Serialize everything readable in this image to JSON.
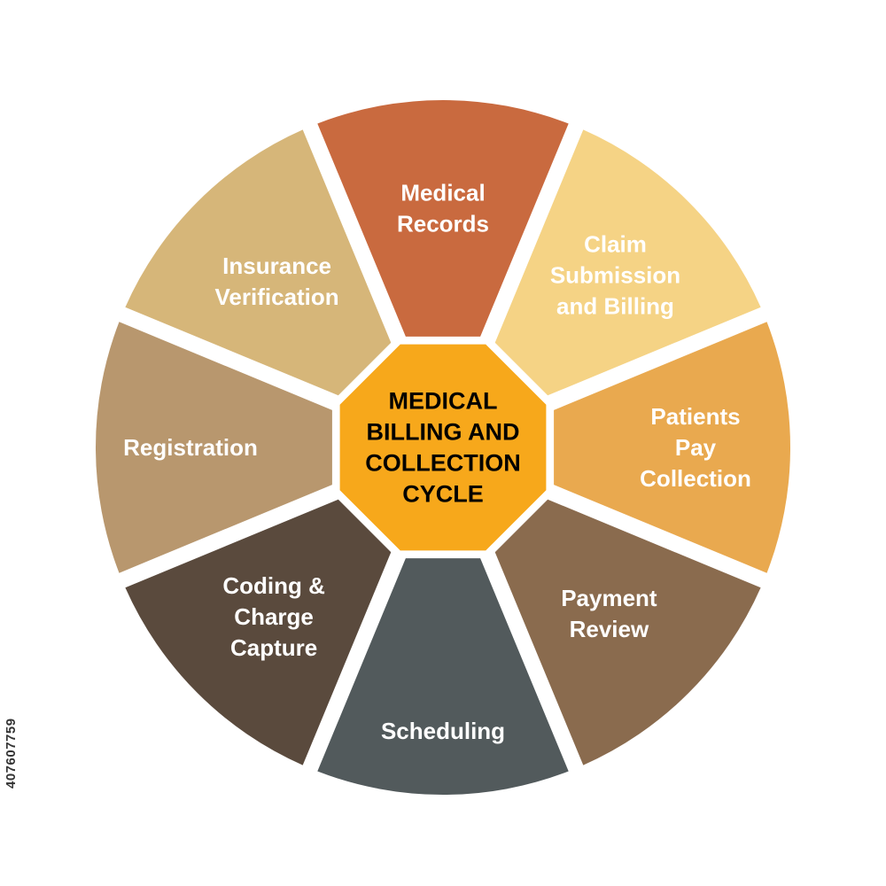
{
  "diagram": {
    "center": {
      "lines": [
        "MEDICAL",
        "BILLING AND",
        "COLLECTION",
        "CYCLE"
      ],
      "color": "#F7A81B"
    },
    "segments": [
      {
        "name": "medical-records",
        "lines": [
          "Medical",
          "Records"
        ],
        "color": "#C96A3F"
      },
      {
        "name": "claim-submission-and-billing",
        "lines": [
          "Claim",
          "Submission",
          "and Billing"
        ],
        "color": "#F5D385"
      },
      {
        "name": "patients-pay-collection",
        "lines": [
          "Patients",
          "Pay",
          "Collection"
        ],
        "color": "#E9A94F"
      },
      {
        "name": "payment-review",
        "lines": [
          "Payment",
          "Review"
        ],
        "color": "#8A6B4E"
      },
      {
        "name": "scheduling",
        "lines": [
          "Scheduling"
        ],
        "color": "#525A5C"
      },
      {
        "name": "coding-and-charge-capture",
        "lines": [
          "Coding &",
          "Charge",
          "Capture"
        ],
        "color": "#5A4A3D"
      },
      {
        "name": "registration",
        "lines": [
          "Registration"
        ],
        "color": "#B8976E"
      },
      {
        "name": "insurance-verification",
        "lines": [
          "Insurance",
          "Verification"
        ],
        "color": "#D6B679"
      }
    ]
  },
  "stock_id": "407607759"
}
